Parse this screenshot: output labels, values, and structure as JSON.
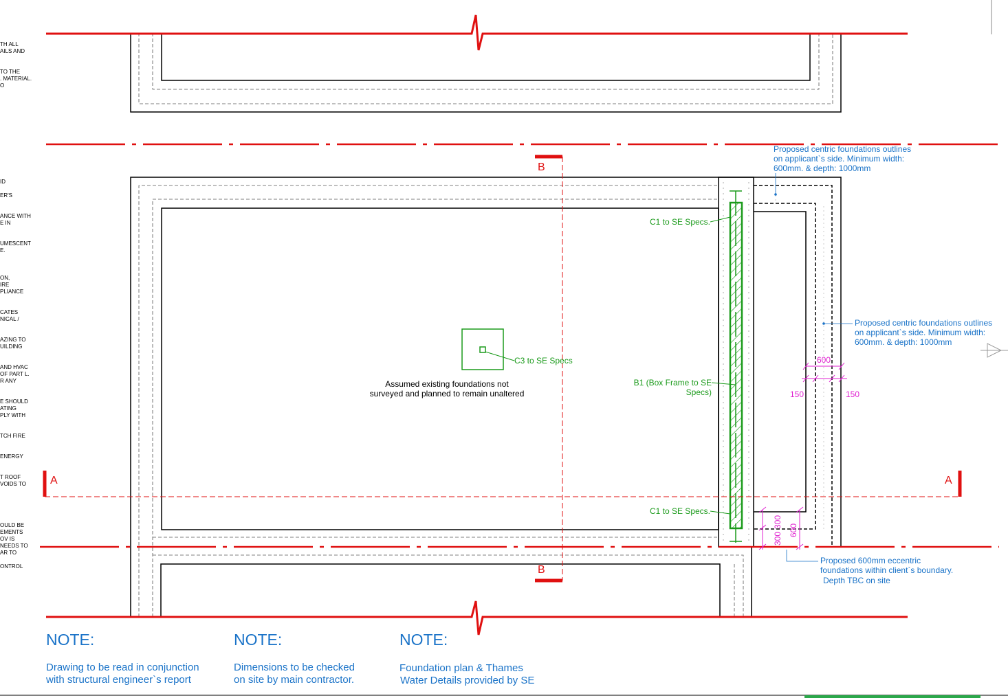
{
  "left_notes": [
    "TH ALL",
    "AILS AND",
    "TO THE",
    ". MATERIAL.",
    "O",
    "ID",
    "ER'S",
    "ANCE WITH",
    "E IN",
    "UMESCENT",
    "E.",
    "ON,",
    "IRE",
    "PLIANCE",
    "CATES",
    "NICAL /",
    "AZING TO",
    "UILDING",
    "AND HVAC",
    "OF PART L.",
    "R ANY",
    "E SHOULD",
    "ATING",
    "PLY WITH",
    "TCH FIRE",
    "ENERGY",
    "T ROOF",
    "VOIDS TO",
    "OULD BE",
    "EMENTS",
    "OV IS",
    "NEEDS TO",
    "AR TO",
    "ONTROL"
  ],
  "section_labels": {
    "b_top": "B",
    "b_bottom": "B",
    "a_left": "A",
    "a_right": "A"
  },
  "annotations": {
    "c3": "C3 to SE Specs",
    "existing_line1": "Assumed existing foundations not",
    "existing_line2": "surveyed and planned to remain unaltered",
    "c1_top": "C1 to SE Specs.",
    "b1_line1": "B1 (Box Frame to SE",
    "b1_line2": "Specs)",
    "c1_bottom": "C1 to SE Specs.",
    "prop_top_1": "Proposed centric foundations outlines",
    "prop_top_2": "on applicant`s side. Minimum width:",
    "prop_top_3": "600mm. & depth: 1000mm",
    "prop_right_1": "Proposed centric foundations outlines",
    "prop_right_2": "on applicant`s side. Minimum width:",
    "prop_right_3": "600mm. & depth: 1000mm",
    "ecc_1": "Proposed 600mm eccentric",
    "ecc_2": "foundations within client`s boundary.",
    "ecc_3": "Depth TBC on site"
  },
  "dimensions": {
    "d600_top": "600",
    "d150_left": "150",
    "d150_right": "150",
    "d300_a": "300",
    "d300_b": "300",
    "d600_bottom": "600"
  },
  "notes": [
    {
      "heading": "NOTE:",
      "line1": "Drawing to be read in conjunction",
      "line2": "with structural engineer`s report"
    },
    {
      "heading": "NOTE:",
      "line1": "Dimensions to be checked",
      "line2": "on site by main contractor."
    },
    {
      "heading": "NOTE:",
      "line1": "Foundation plan & Thames",
      "line2": "Water Details provided by SE"
    }
  ],
  "colors": {
    "red": "#e01010",
    "green": "#1a9a1a",
    "blue": "#1a73c8",
    "magenta": "#e020d0",
    "black": "#000000"
  }
}
